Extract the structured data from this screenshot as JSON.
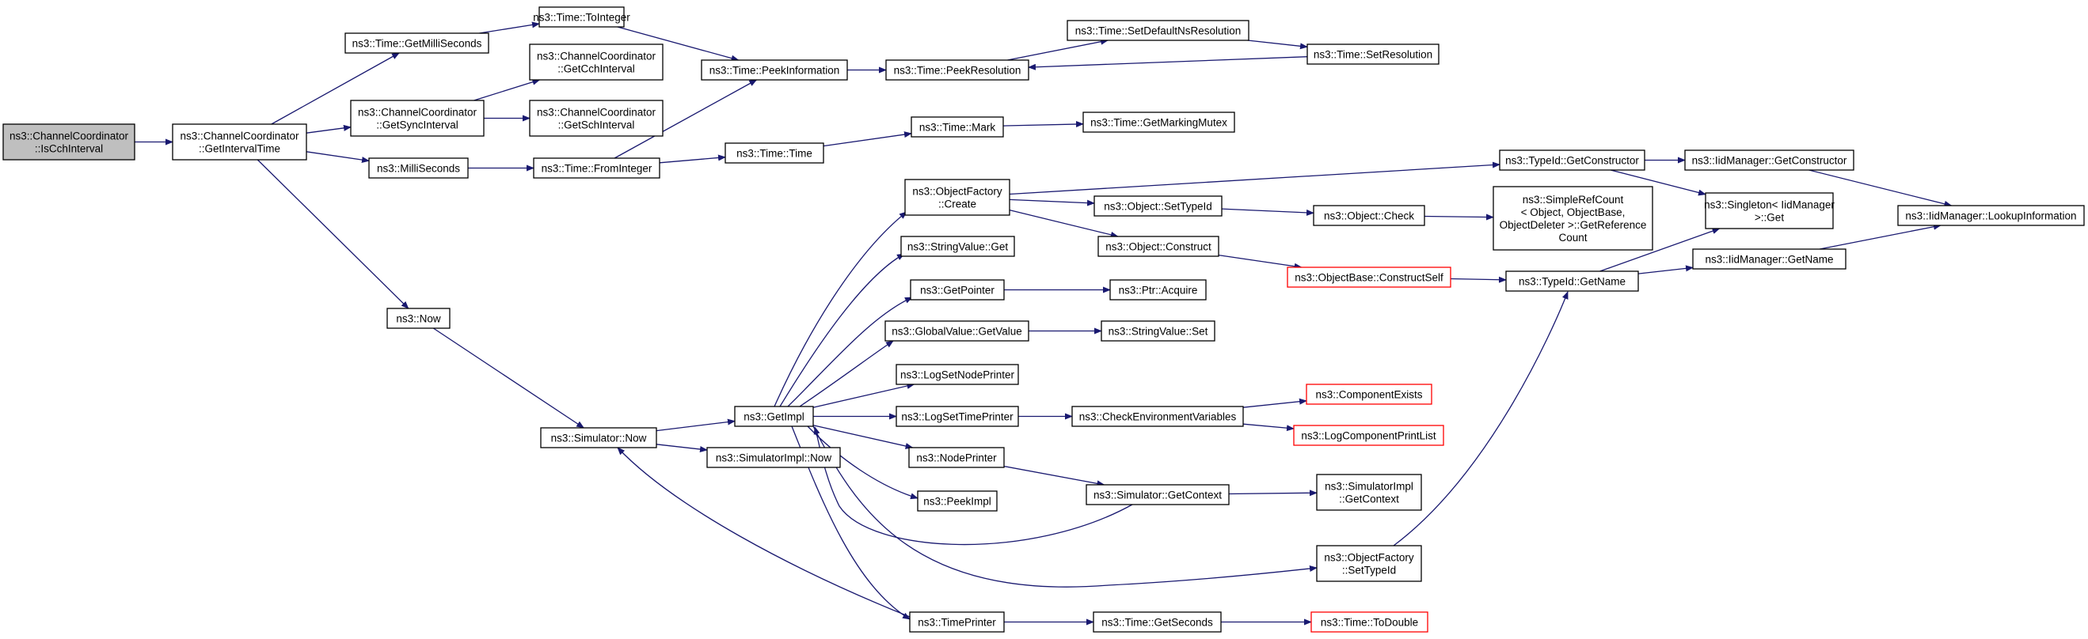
{
  "graph": {
    "colors": {
      "edge": "#191970",
      "border": "#000000",
      "truncated_border": "#ff0000",
      "root_fill": "#bfbfbf"
    },
    "nodes": [
      {
        "id": "root",
        "lines": [
          "ns3::ChannelCoordinator",
          "::IsCchInterval"
        ],
        "style": "root"
      },
      {
        "id": "getIntervalTime",
        "lines": [
          "ns3::ChannelCoordinator",
          "::GetIntervalTime"
        ]
      },
      {
        "id": "getMilliSeconds",
        "lines": [
          "ns3::Time::GetMilliSeconds"
        ]
      },
      {
        "id": "getSyncInterval",
        "lines": [
          "ns3::ChannelCoordinator",
          "::GetSyncInterval"
        ]
      },
      {
        "id": "milliSeconds",
        "lines": [
          "ns3::MilliSeconds"
        ]
      },
      {
        "id": "now",
        "lines": [
          "ns3::Now"
        ]
      },
      {
        "id": "toInteger",
        "lines": [
          "ns3::Time::ToInteger"
        ]
      },
      {
        "id": "getCchInterval",
        "lines": [
          "ns3::ChannelCoordinator",
          "::GetCchInterval"
        ]
      },
      {
        "id": "getSchInterval",
        "lines": [
          "ns3::ChannelCoordinator",
          "::GetSchInterval"
        ]
      },
      {
        "id": "fromInteger",
        "lines": [
          "ns3::Time::FromInteger"
        ]
      },
      {
        "id": "peekInformation",
        "lines": [
          "ns3::Time::PeekInformation"
        ]
      },
      {
        "id": "peekResolution",
        "lines": [
          "ns3::Time::PeekResolution"
        ]
      },
      {
        "id": "setDefaultNsResolution",
        "lines": [
          "ns3::Time::SetDefaultNsResolution"
        ]
      },
      {
        "id": "setResolution",
        "lines": [
          "ns3::Time::SetResolution"
        ]
      },
      {
        "id": "timeTime",
        "lines": [
          "ns3::Time::Time"
        ]
      },
      {
        "id": "timeMark",
        "lines": [
          "ns3::Time::Mark"
        ]
      },
      {
        "id": "getMarkingMutex",
        "lines": [
          "ns3::Time::GetMarkingMutex"
        ]
      },
      {
        "id": "simulatorNow",
        "lines": [
          "ns3::Simulator::Now"
        ]
      },
      {
        "id": "simulatorImplNow",
        "lines": [
          "ns3::SimulatorImpl::Now"
        ]
      },
      {
        "id": "getImpl",
        "lines": [
          "ns3::GetImpl"
        ]
      },
      {
        "id": "objectFactoryCreate",
        "lines": [
          "ns3::ObjectFactory",
          "::Create"
        ]
      },
      {
        "id": "stringValueGet",
        "lines": [
          "ns3::StringValue::Get"
        ]
      },
      {
        "id": "getPointer",
        "lines": [
          "ns3::GetPointer"
        ]
      },
      {
        "id": "globalValueGetValue",
        "lines": [
          "ns3::GlobalValue::GetValue"
        ]
      },
      {
        "id": "logSetNodePrinter",
        "lines": [
          "ns3::LogSetNodePrinter"
        ]
      },
      {
        "id": "logSetTimePrinter",
        "lines": [
          "ns3::LogSetTimePrinter"
        ]
      },
      {
        "id": "nodePrinter",
        "lines": [
          "ns3::NodePrinter"
        ]
      },
      {
        "id": "peekImpl",
        "lines": [
          "ns3::PeekImpl"
        ]
      },
      {
        "id": "timePrinter",
        "lines": [
          "ns3::TimePrinter"
        ]
      },
      {
        "id": "typeIdGetConstructor",
        "lines": [
          "ns3::TypeId::GetConstructor"
        ]
      },
      {
        "id": "objectSetTypeId",
        "lines": [
          "ns3::Object::SetTypeId"
        ]
      },
      {
        "id": "objectConstruct",
        "lines": [
          "ns3::Object::Construct"
        ]
      },
      {
        "id": "ptrAcquire",
        "lines": [
          "ns3::Ptr::Acquire"
        ]
      },
      {
        "id": "stringValueSet",
        "lines": [
          "ns3::StringValue::Set"
        ]
      },
      {
        "id": "checkEnvironmentVariables",
        "lines": [
          "ns3::CheckEnvironmentVariables"
        ]
      },
      {
        "id": "simulatorGetContext",
        "lines": [
          "ns3::Simulator::GetContext"
        ]
      },
      {
        "id": "objectFactorySetTypeId",
        "lines": [
          "ns3::ObjectFactory",
          "::SetTypeId"
        ]
      },
      {
        "id": "timeGetSeconds",
        "lines": [
          "ns3::Time::GetSeconds"
        ]
      },
      {
        "id": "objectCheck",
        "lines": [
          "ns3::Object::Check"
        ]
      },
      {
        "id": "simpleRefCount",
        "lines": [
          "ns3::SimpleRefCount",
          "< Object, ObjectBase,",
          "ObjectDeleter >::GetReference",
          "Count"
        ]
      },
      {
        "id": "objectBaseConstructSelf",
        "lines": [
          "ns3::ObjectBase::ConstructSelf"
        ],
        "style": "red"
      },
      {
        "id": "componentExists",
        "lines": [
          "ns3::ComponentExists"
        ],
        "style": "red"
      },
      {
        "id": "logComponentPrintList",
        "lines": [
          "ns3::LogComponentPrintList"
        ],
        "style": "red"
      },
      {
        "id": "simulatorImplGetContext",
        "lines": [
          "ns3::SimulatorImpl",
          "::GetContext"
        ]
      },
      {
        "id": "timeToDouble",
        "lines": [
          "ns3::Time::ToDouble"
        ],
        "style": "red"
      },
      {
        "id": "iidManagerGetConstructor",
        "lines": [
          "ns3::IidManager::GetConstructor"
        ]
      },
      {
        "id": "singletonGet",
        "lines": [
          "ns3::Singleton< IidManager",
          ">::Get"
        ]
      },
      {
        "id": "typeIdGetName",
        "lines": [
          "ns3::TypeId::GetName"
        ]
      },
      {
        "id": "iidManagerGetName",
        "lines": [
          "ns3::IidManager::GetName"
        ]
      },
      {
        "id": "iidManagerLookupInformation",
        "lines": [
          "ns3::IidManager::LookupInformation"
        ]
      }
    ]
  }
}
